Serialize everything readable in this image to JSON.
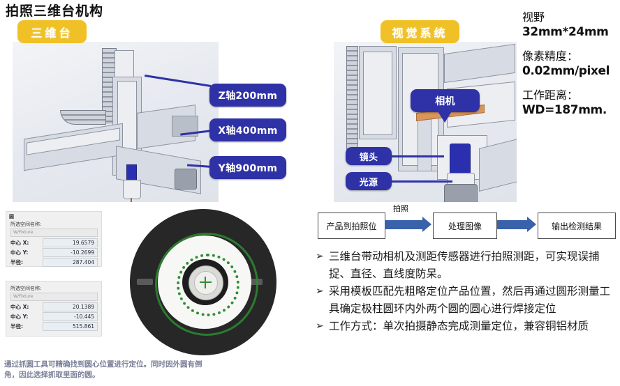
{
  "page_title": "拍照三维台机构",
  "badges": {
    "three_d_stage": "三维台",
    "vision_system": "视觉系统"
  },
  "stage_callouts": {
    "z_axis": "Z轴200mm",
    "x_axis": "X轴400mm",
    "y_axis": "Y轴900mm"
  },
  "vision_callouts": {
    "camera": "相机",
    "lens": "镜头",
    "light_source": "光源"
  },
  "specs": [
    {
      "label": "视野",
      "value": "32mm*24mm"
    },
    {
      "label": "像素精度：",
      "value": "0.02mm/pixel"
    },
    {
      "label": "工作距离：",
      "value": "WD=187mm."
    }
  ],
  "measure_panels": [
    {
      "title": "圆",
      "space_label": "所选空间名称:",
      "space_value": "W/Fixture",
      "rows": [
        {
          "key": "中心 X:",
          "value": "19.6579"
        },
        {
          "key": "中心 Y:",
          "value": "-10.2699"
        },
        {
          "key": "半径:",
          "value": "287.404"
        }
      ]
    },
    {
      "title": "",
      "space_label": "所选空间名称:",
      "space_value": "W/Fixture",
      "rows": [
        {
          "key": "中心 X:",
          "value": "20.1389"
        },
        {
          "key": "中心 Y:",
          "value": "-10.445"
        },
        {
          "key": "半径:",
          "value": "515.861"
        }
      ]
    }
  ],
  "part_caption": "通过抓圆工具可精确找到圆心位置进行定位。同时因外圆有倒角，因此选择抓取里面的圆。",
  "flow": {
    "step1": "产品到拍照位",
    "step2": "处理图像",
    "step3": "输出检测结果",
    "arrow_label": "拍照"
  },
  "bullets": [
    {
      "mark": "➢",
      "text": "三维台带动相机及测距传感器进行拍照测距，可实现误捕捉、直径、直线度防呆。"
    },
    {
      "mark": "➢",
      "text": "采用模板匹配先粗略定位产品位置，然后再通过圆形测量工具确定极柱圆环内外两个圆的圆心进行焊接定位"
    },
    {
      "mark": "➢",
      "text": "工作方式：单次拍摄静态完成测量定位，兼容铜铝材质"
    }
  ],
  "colors": {
    "badge_yellow": "#f0c127",
    "callout_blue": "#2f32a6",
    "flow_arrow_blue": "#3a62ab",
    "detect_green": "#2f8f33",
    "caption_gray": "#7a8098"
  }
}
